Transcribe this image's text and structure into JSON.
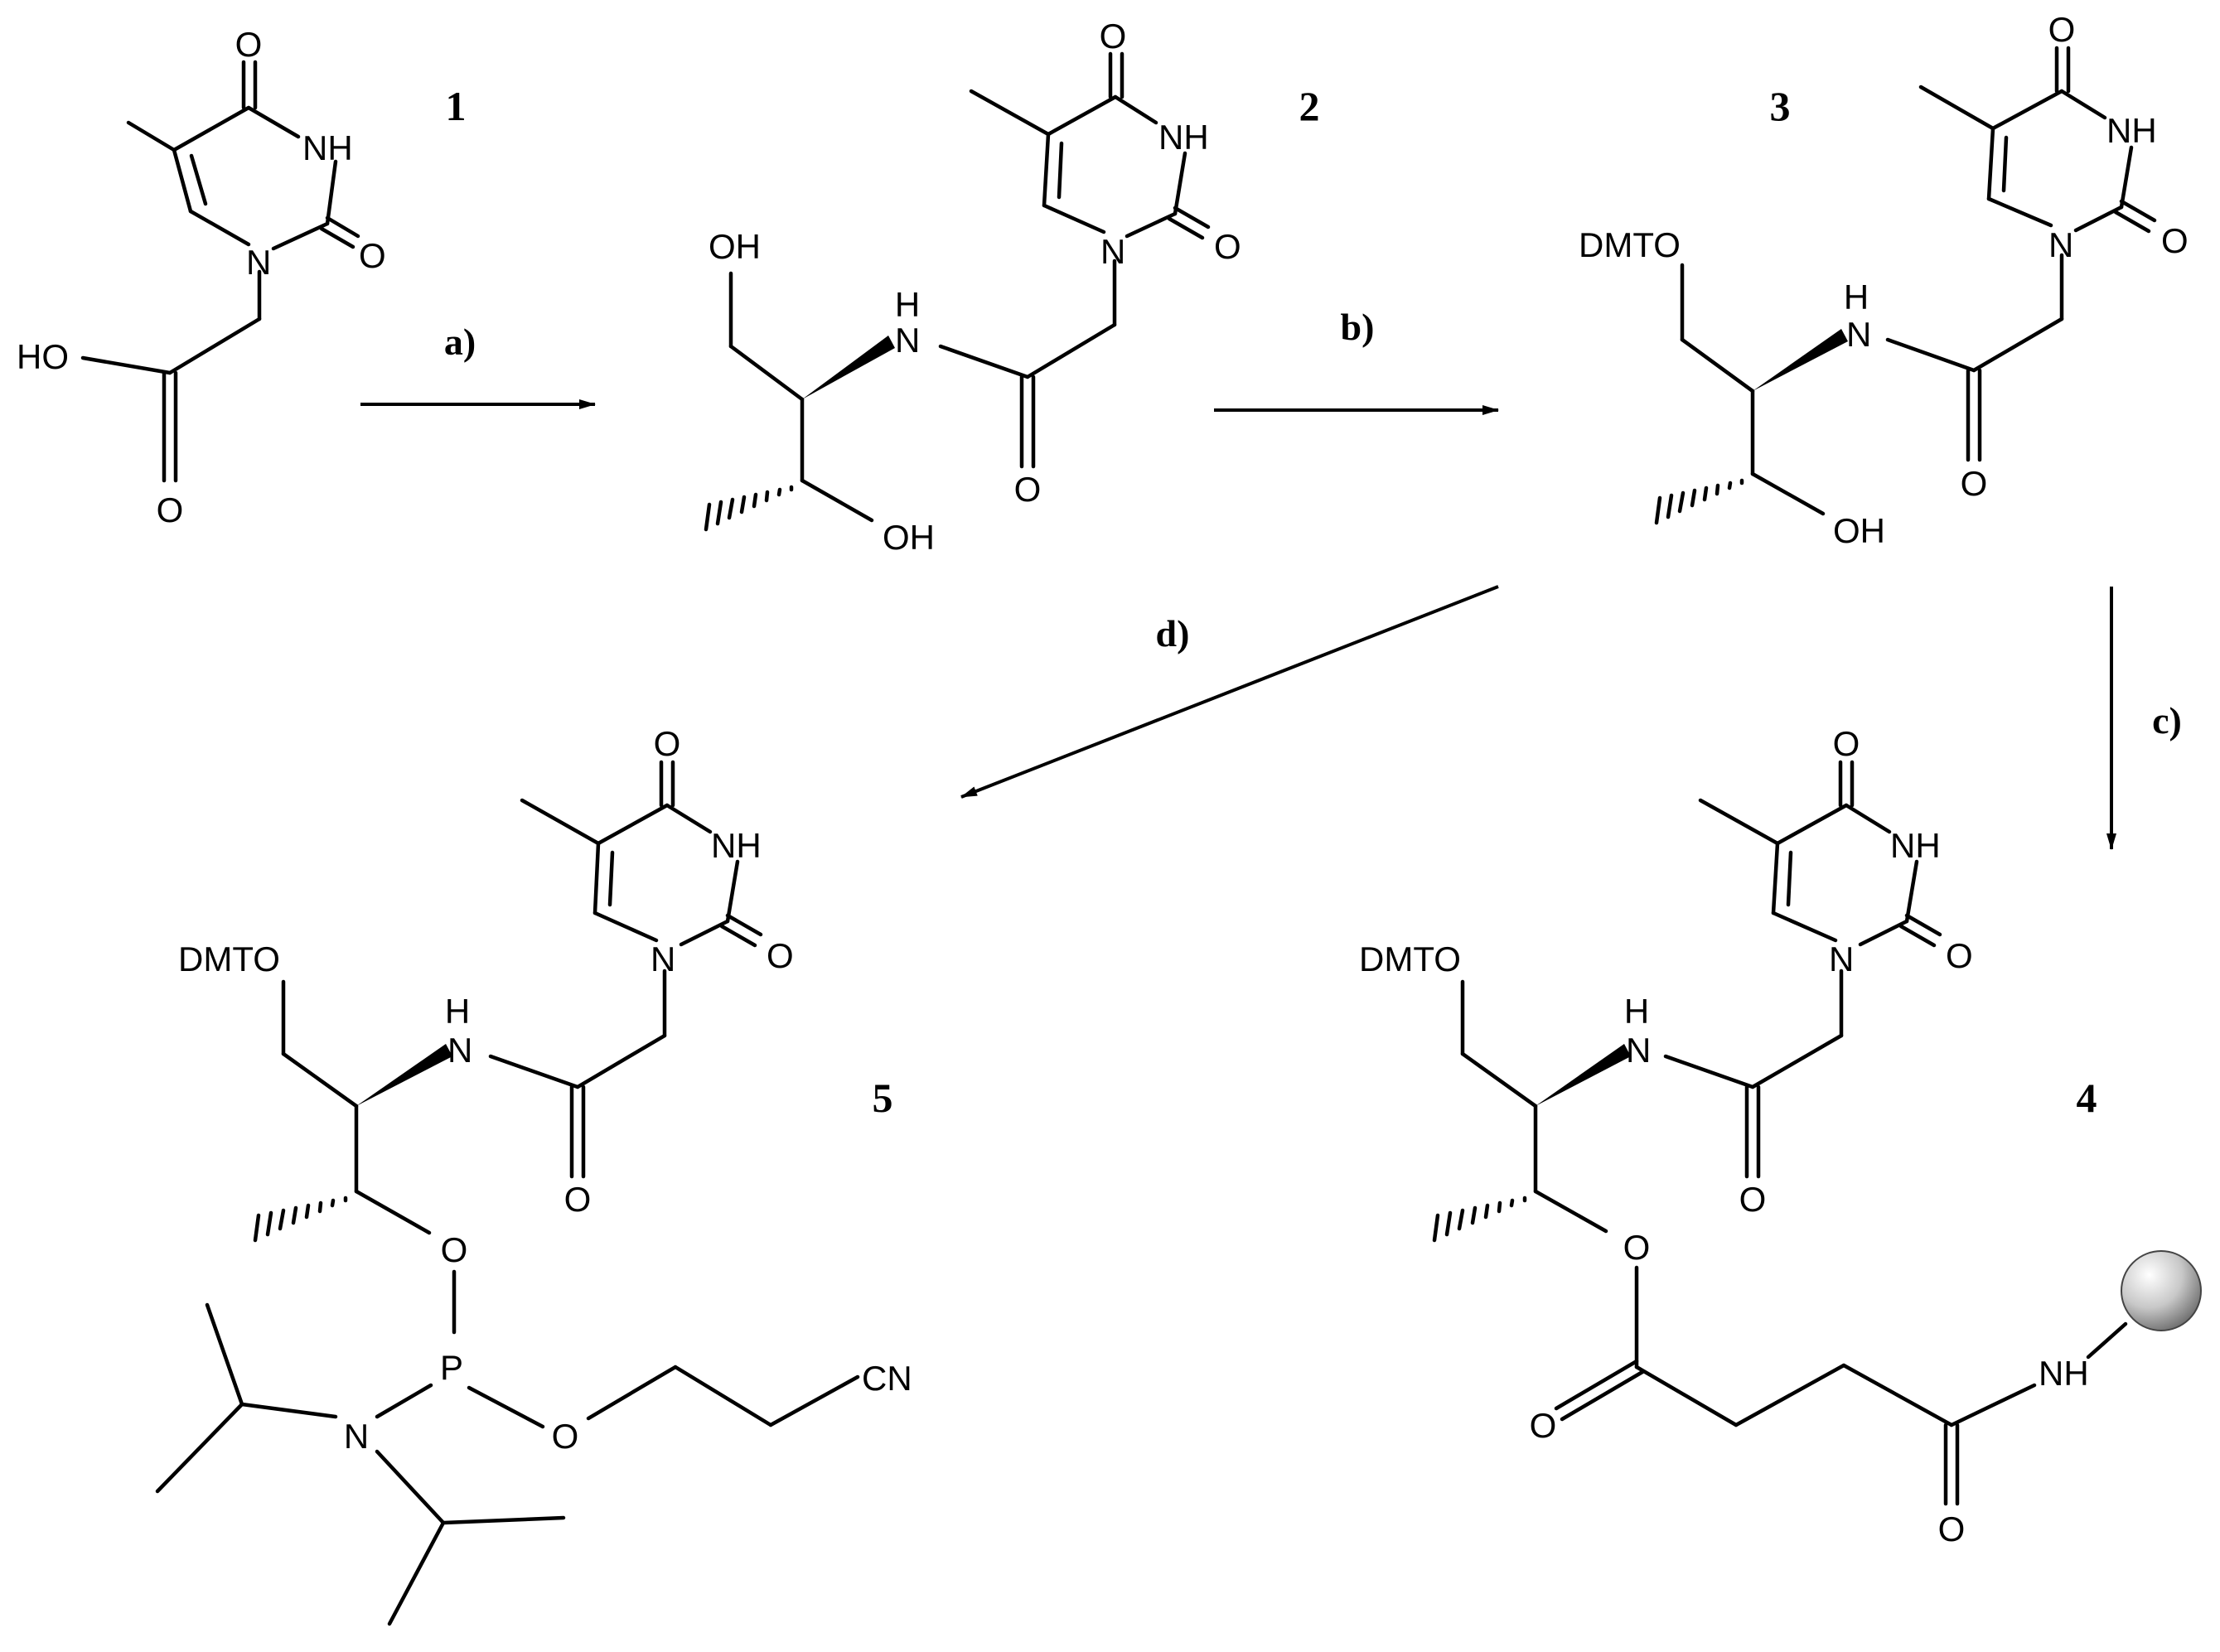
{
  "compounds": [
    {
      "id": "c1",
      "number": "1",
      "atoms": {
        "O_top": "O",
        "NH": "NH",
        "O_right": "O",
        "N": "N",
        "HO": "HO",
        "O_bottom": "O"
      }
    },
    {
      "id": "c2",
      "number": "2",
      "atoms": {
        "O_top": "O",
        "NH": "NH",
        "O_right": "O",
        "N": "N",
        "OH_top": "OH",
        "H": "H",
        "N_amide": "N",
        "O_amide": "O",
        "OH_bottom": "OH"
      }
    },
    {
      "id": "c3",
      "number": "3",
      "atoms": {
        "O_top": "O",
        "NH": "NH",
        "O_right": "O",
        "N": "N",
        "DMTO": "DMTO",
        "H": "H",
        "N_amide": "N",
        "O_amide": "O",
        "OH_bottom": "OH"
      }
    },
    {
      "id": "c4",
      "number": "4",
      "atoms": {
        "O_top": "O",
        "NH": "NH",
        "O_right": "O",
        "N": "N",
        "DMTO": "DMTO",
        "H": "H",
        "N_amide": "N",
        "O_amide": "O",
        "O_ester": "O",
        "O_carbonyl": "O",
        "NH_linker": "NH",
        "O_amide2": "O"
      }
    },
    {
      "id": "c5",
      "number": "5",
      "atoms": {
        "O_top": "O",
        "NH": "NH",
        "O_right": "O",
        "N": "N",
        "DMTO": "DMTO",
        "H": "H",
        "N_amide": "N",
        "O_amide": "O",
        "O_P": "O",
        "P": "P",
        "N_P": "N",
        "O_CE": "O",
        "CN": "CN"
      }
    }
  ],
  "steps": [
    {
      "id": "a",
      "label": "a)",
      "from": "1",
      "to": "2"
    },
    {
      "id": "b",
      "label": "b)",
      "from": "2",
      "to": "3"
    },
    {
      "id": "c",
      "label": "c)",
      "from": "3",
      "to": "4"
    },
    {
      "id": "d",
      "label": "d)",
      "from": "3",
      "to": "5"
    }
  ],
  "colors": {
    "ink": "#000000",
    "bead": "#b0b0b0"
  }
}
